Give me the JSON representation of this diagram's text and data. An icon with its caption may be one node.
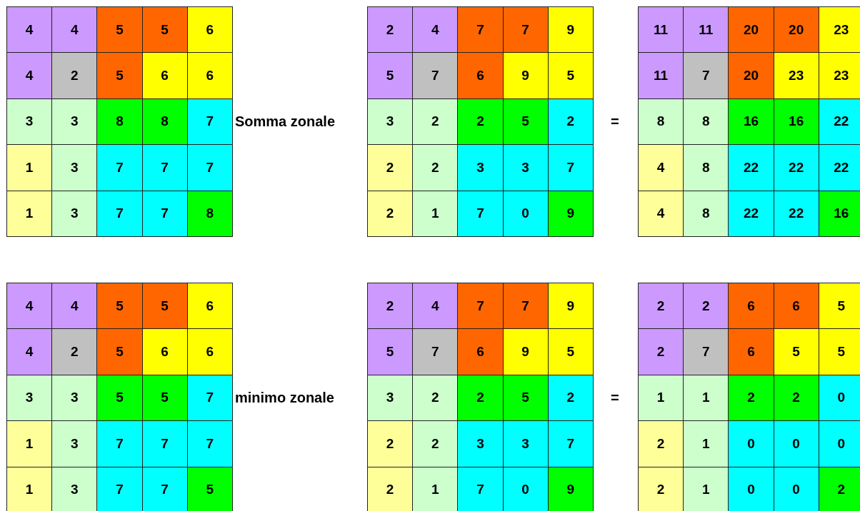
{
  "diagram": {
    "labels": [
      "4",
      "4",
      "5",
      "5",
      "6",
      "4",
      "2",
      "5",
      "6",
      "6",
      "3",
      "3",
      "8",
      "8",
      "7",
      "1",
      "3",
      "7",
      "7",
      "7",
      "1",
      "3",
      "7",
      "7",
      "8",
      "Somma zonale",
      "2",
      "4",
      "7",
      "7",
      "9",
      "5",
      "7",
      "6",
      "9",
      "5",
      "3",
      "2",
      "2",
      "5",
      "2",
      "2",
      "2",
      "3",
      "3",
      "7",
      "2",
      "1",
      "7",
      "0",
      "9",
      "=",
      "11",
      "11",
      "20",
      "20",
      "23",
      "11",
      "7",
      "20",
      "23",
      "23",
      "8",
      "8",
      "16",
      "16",
      "22",
      "4",
      "8",
      "22",
      "22",
      "22",
      "4",
      "8",
      "22",
      "22",
      "16",
      "4",
      "4",
      "5",
      "5",
      "6",
      "4",
      "2",
      "5",
      "6",
      "6",
      "3",
      "3",
      "5",
      "5",
      "7",
      "1",
      "3",
      "7",
      "7",
      "7",
      "1",
      "3",
      "7",
      "7",
      "5",
      "minimo zonale",
      "2",
      "4",
      "7",
      "7",
      "9",
      "5",
      "7",
      "6",
      "9",
      "5",
      "3",
      "2",
      "2",
      "5",
      "2",
      "2",
      "2",
      "3",
      "3",
      "7",
      "2",
      "1",
      "7",
      "0",
      "9",
      "=",
      "2",
      "2",
      "6",
      "6",
      "5",
      "2",
      "7",
      "6",
      "5",
      "5",
      "1",
      "1",
      "2",
      "2",
      "0",
      "2",
      "1",
      "0",
      "0",
      "0",
      "2",
      "1",
      "0",
      "0",
      "2"
    ]
  }
}
